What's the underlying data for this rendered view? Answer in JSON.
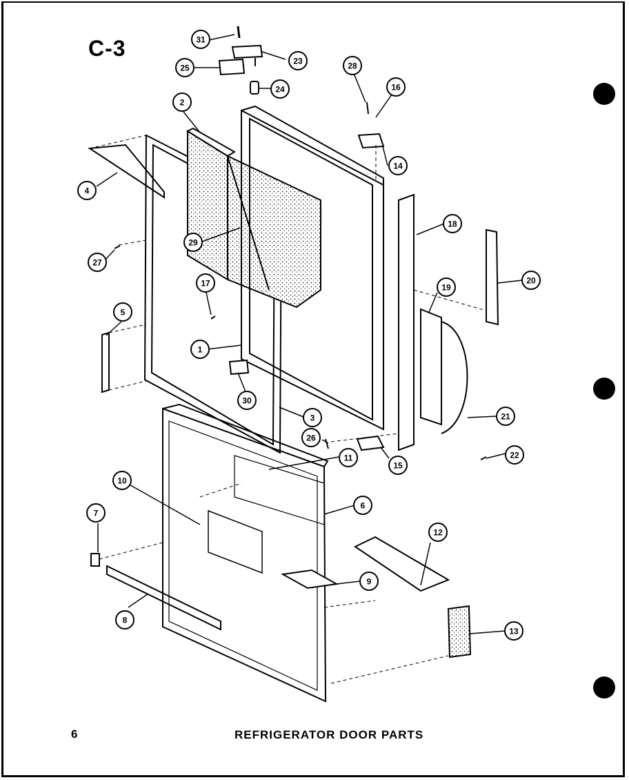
{
  "page": {
    "code": "C-3",
    "number": "6",
    "title": "REFRIGERATOR DOOR PARTS"
  },
  "callouts": [
    {
      "id": "31",
      "text": "31"
    },
    {
      "id": "23",
      "text": "23"
    },
    {
      "id": "25",
      "text": "25"
    },
    {
      "id": "24",
      "text": "24"
    },
    {
      "id": "28a",
      "text": "28"
    },
    {
      "id": "16",
      "text": "16"
    },
    {
      "id": "2",
      "text": "2"
    },
    {
      "id": "14",
      "text": "14"
    },
    {
      "id": "4",
      "text": "4"
    },
    {
      "id": "18",
      "text": "18"
    },
    {
      "id": "29",
      "text": "29"
    },
    {
      "id": "20",
      "text": "20"
    },
    {
      "id": "27",
      "text": "27"
    },
    {
      "id": "17",
      "text": "17"
    },
    {
      "id": "19",
      "text": "19"
    },
    {
      "id": "5",
      "text": "5"
    },
    {
      "id": "1",
      "text": "1"
    },
    {
      "id": "30",
      "text": "30"
    },
    {
      "id": "21",
      "text": "21"
    },
    {
      "id": "3",
      "text": "3"
    },
    {
      "id": "26",
      "text": "26"
    },
    {
      "id": "11",
      "text": "11"
    },
    {
      "id": "15",
      "text": "15"
    },
    {
      "id": "22",
      "text": "22"
    },
    {
      "id": "10",
      "text": "10"
    },
    {
      "id": "6",
      "text": "6"
    },
    {
      "id": "7",
      "text": "7"
    },
    {
      "id": "12",
      "text": "12"
    },
    {
      "id": "9",
      "text": "9"
    },
    {
      "id": "8",
      "text": "8"
    },
    {
      "id": "13",
      "text": "13"
    }
  ]
}
